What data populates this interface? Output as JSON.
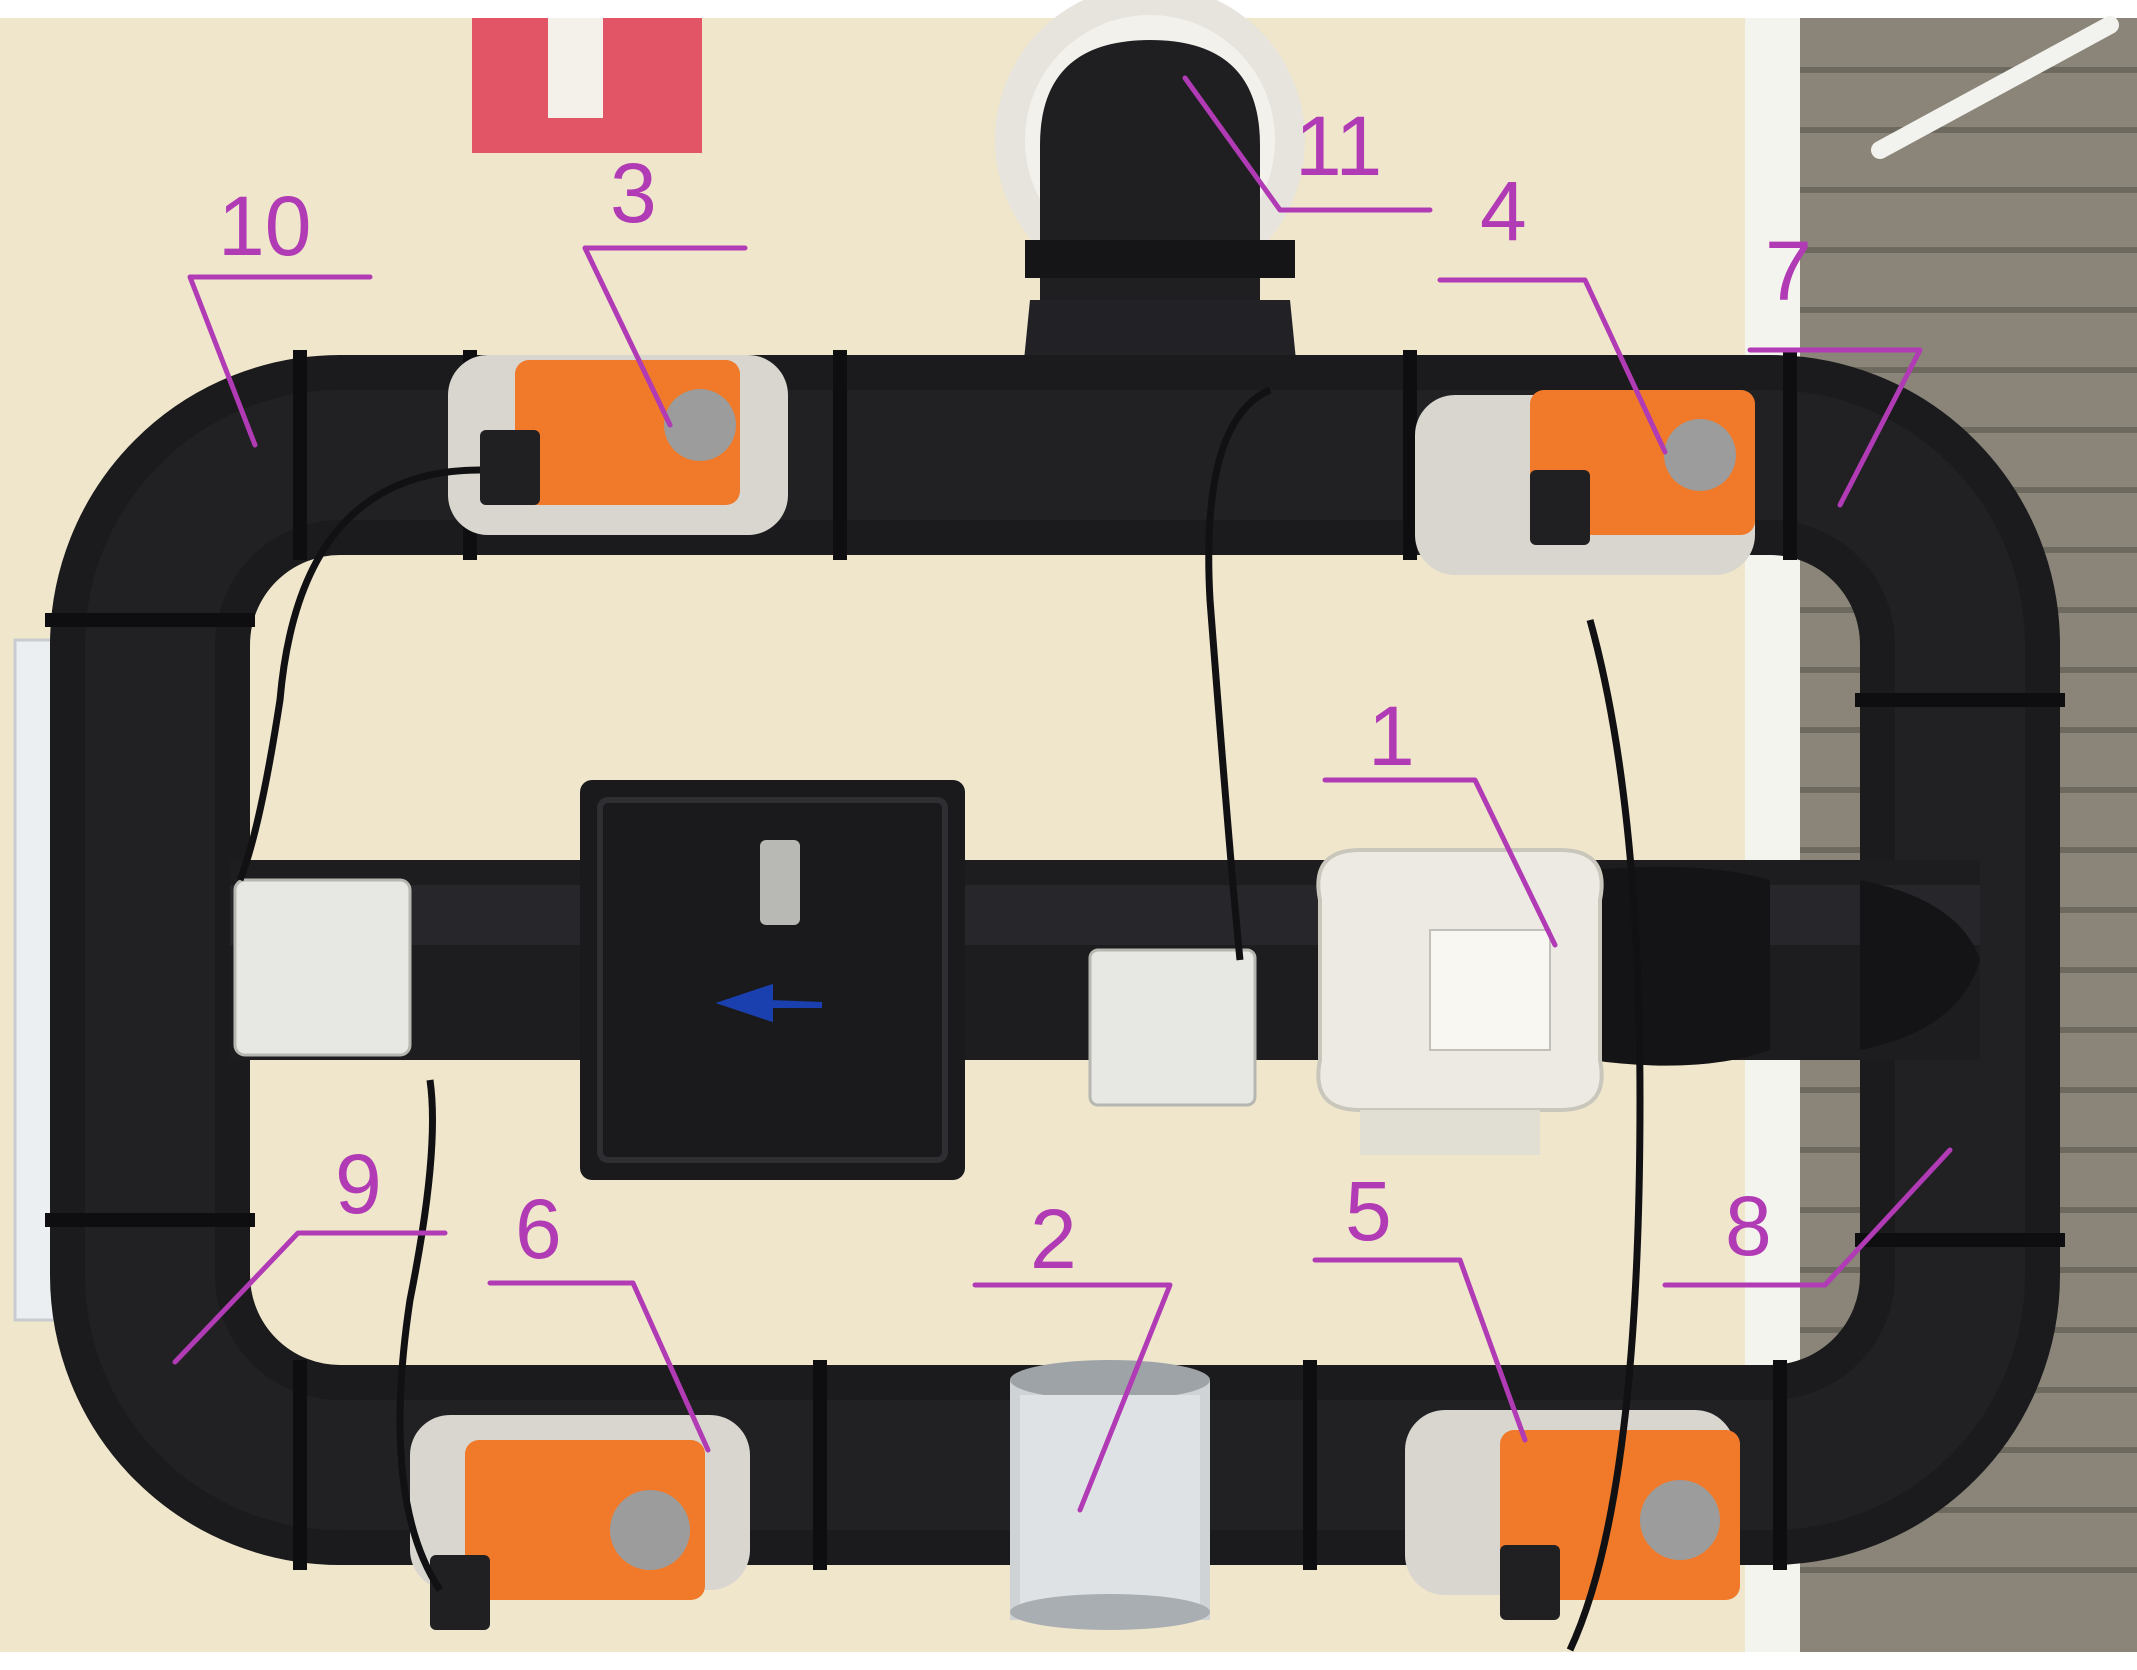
{
  "colors": {
    "wall": "#efe6cc",
    "duct": "#1b1b1d",
    "actuator": "#f07a2a",
    "junction_box": "#e7e7e4",
    "fan_body": "#eceae2",
    "callout": "#b13ab5",
    "arrow": "#1a3fae"
  },
  "callouts": [
    {
      "id": "1",
      "label": "1"
    },
    {
      "id": "2",
      "label": "2"
    },
    {
      "id": "3",
      "label": "3"
    },
    {
      "id": "4",
      "label": "4"
    },
    {
      "id": "5",
      "label": "5"
    },
    {
      "id": "6",
      "label": "6"
    },
    {
      "id": "7",
      "label": "7"
    },
    {
      "id": "8",
      "label": "8"
    },
    {
      "id": "9",
      "label": "9"
    },
    {
      "id": "10",
      "label": "10"
    },
    {
      "id": "11",
      "label": "11"
    }
  ]
}
